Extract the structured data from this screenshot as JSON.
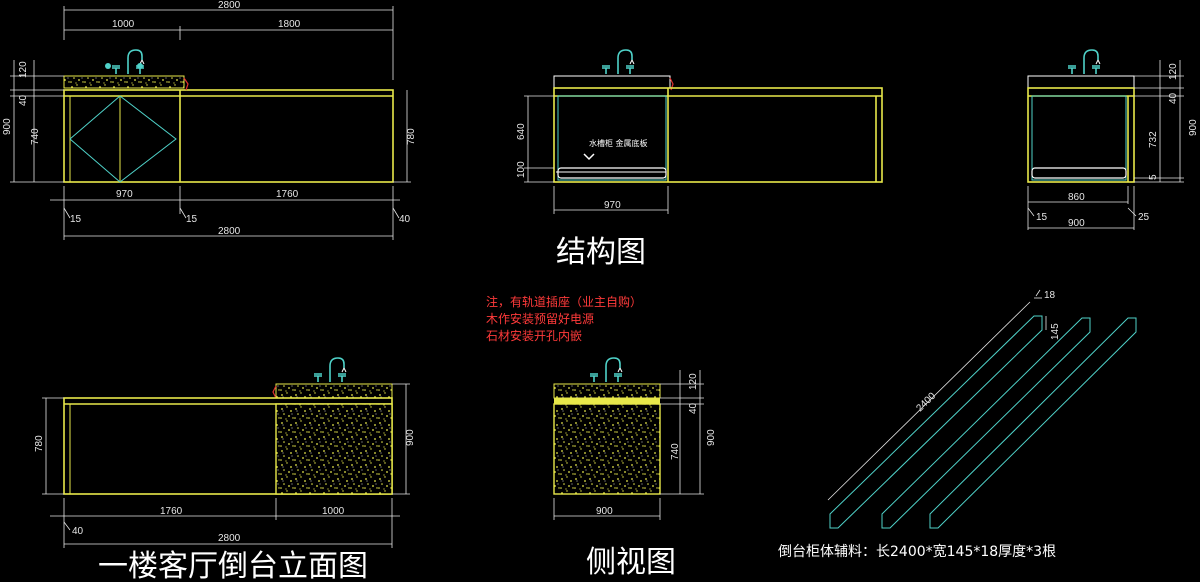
{
  "colors": {
    "background": "#000000",
    "cabinet_outline": "#e8e84a",
    "faucet": "#4fd2c9",
    "dimension": "#e6e6e6",
    "note": "#ff3a3a"
  },
  "views": {
    "top_elevation": {
      "dims": [
        "2800",
        "1000",
        "1800",
        "120",
        "40",
        "900",
        "740",
        "780",
        "970",
        "1760",
        "15",
        "15",
        "40",
        "2800"
      ]
    },
    "structure": {
      "title": "结构图",
      "inner_label": "水槽柜 金属底板",
      "dims": [
        "640",
        "100",
        "970"
      ]
    },
    "side_structure": {
      "dims": [
        "120",
        "40",
        "732",
        "900",
        "5",
        "860",
        "15",
        "900",
        "25"
      ]
    },
    "front_elevation": {
      "title": "一楼客厅倒台立面图",
      "dims": [
        "780",
        "900",
        "1760",
        "1000",
        "40",
        "2800"
      ]
    },
    "side_view": {
      "title": "侧视图",
      "notes": [
        "注，有轨道插座（业主自购）",
        "木作安装预留好电源",
        "石材安装开孔内嵌"
      ],
      "dims": [
        "120",
        "40",
        "740",
        "900",
        "900"
      ]
    },
    "boards": {
      "dims": [
        "18",
        "145",
        "2400"
      ],
      "caption": "倒台柜体辅料：长2400*宽145*18厚度*3根"
    }
  }
}
